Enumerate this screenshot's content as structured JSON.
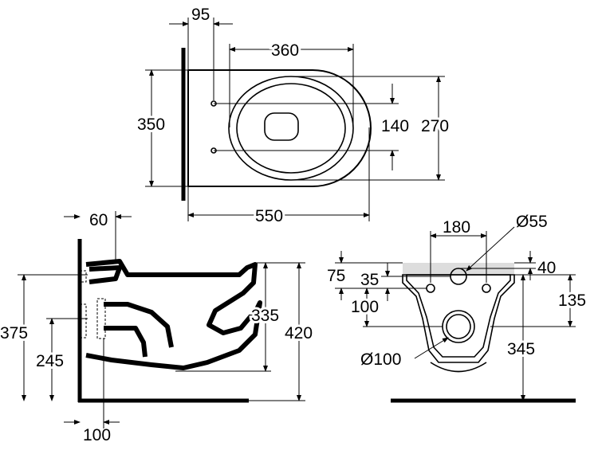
{
  "top_view": {
    "dims": {
      "fixing_offset": "95",
      "bowl_opening_length": "360",
      "overall_width": "350",
      "fixing_spacing": "140",
      "bowl_opening_width": "270",
      "overall_depth": "550"
    }
  },
  "side_view": {
    "dims": {
      "top_offset": "60",
      "fixing_height": "375",
      "waste_height": "245",
      "bowl_depth": "335",
      "rim_height": "420",
      "waste_projection": "100"
    }
  },
  "front_view": {
    "dims": {
      "inlet_spacing": "180",
      "inlet_diameter": "Ø55",
      "inlet_top": "40",
      "inlet_offset": "75",
      "fixing_offset": "35",
      "fixing_drop": "100",
      "fixing_height": "135",
      "waste_height": "345",
      "waste_diameter": "Ø100"
    }
  }
}
